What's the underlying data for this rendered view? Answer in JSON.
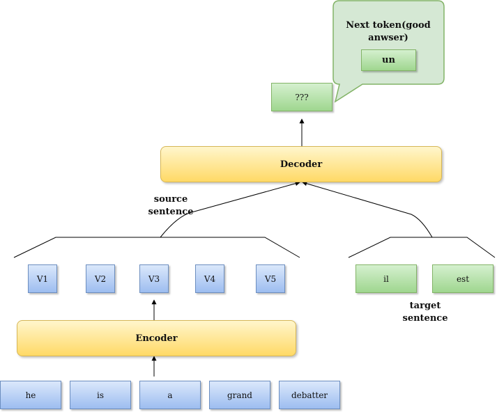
{
  "source_tokens": [
    "he",
    "is",
    "a",
    "grand",
    "debatter"
  ],
  "encoder_label": "Encoder",
  "vectors": [
    "V1",
    "V2",
    "V3",
    "V4",
    "V5"
  ],
  "target_tokens": [
    "il",
    "est"
  ],
  "target_label": "target sentence",
  "source_label": "source sentence",
  "decoder_label": "Decoder",
  "output_token": "???",
  "callout": {
    "title": "Next token(good anwser)",
    "answer": "un"
  },
  "colors": {
    "blue_border": "#6c8ebf",
    "green_border": "#82b366",
    "yellow_border": "#d6b656"
  }
}
